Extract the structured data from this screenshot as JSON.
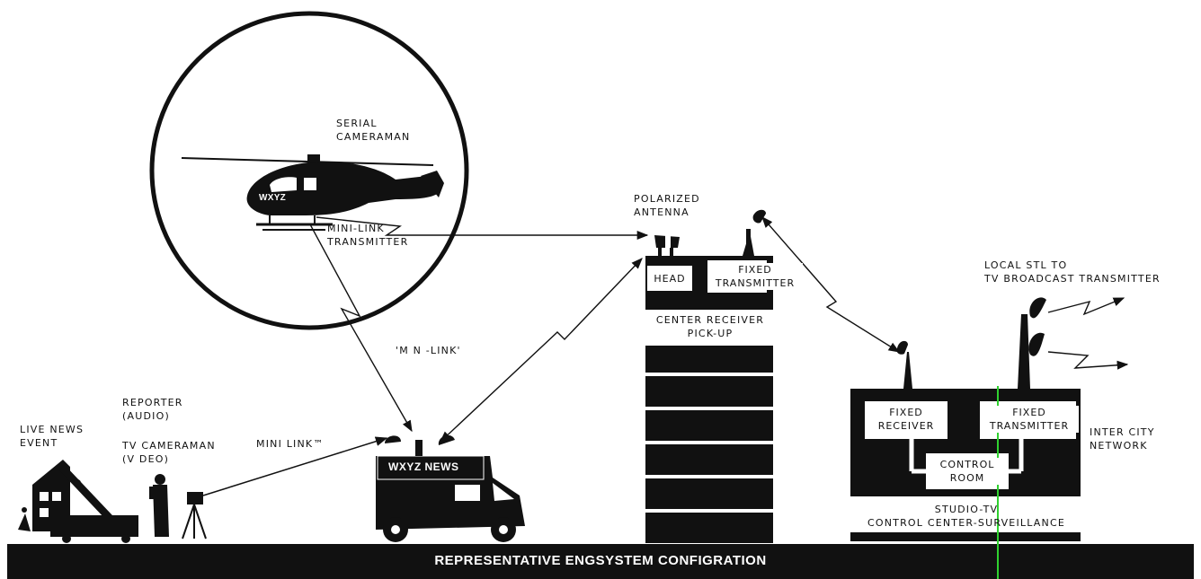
{
  "labels": {
    "aerial": [
      "SERIAL",
      "CAMERAMAN"
    ],
    "mini_link_tx": [
      "MINI-LINK",
      "TRANSMITTER"
    ],
    "polarized_antenna": [
      "POLARIZED",
      "ANTENNA"
    ],
    "local_stl": [
      "LOCAL STL TO",
      "TV BROADCAST TRANSMITTER"
    ],
    "center_receiver": [
      "CENTER RECEIVER",
      "PICK-UP"
    ],
    "mini_link_mid": "'M N -LINK'",
    "reporter": [
      "REPORTER",
      "(AUDIO)"
    ],
    "live_news": [
      "LIVE NEWS",
      "EVENT"
    ],
    "tv_cameraman": [
      "TV CAMERAMAN",
      "(V DEO)"
    ],
    "mini_link_ground": "MINI LINK™",
    "inter_city": [
      "INTER CITY",
      "NETWORK"
    ],
    "studio": [
      "STUDIO-TV",
      "CONTROL CENTER-SURVEILLANCE"
    ]
  },
  "boxes": {
    "head": "HEAD",
    "fixed_tx_tower": [
      "FIXED",
      "TRANSMITTER"
    ],
    "fixed_receiver": [
      "FIXED",
      "RECEIVER"
    ],
    "fixed_tx_studio": [
      "FIXED",
      "TRANSMITTER"
    ],
    "control_room": [
      "CONTROL",
      "ROOM"
    ]
  },
  "helicopter_marking": "WXYZ",
  "van_sign": "WXYZ NEWS",
  "footer": "REPRESENTATIVE ENGSYSTEM CONFIGRATION",
  "colors": {
    "ink": "#111111",
    "paper": "#ffffff",
    "accent_line": "#2fd12f"
  }
}
